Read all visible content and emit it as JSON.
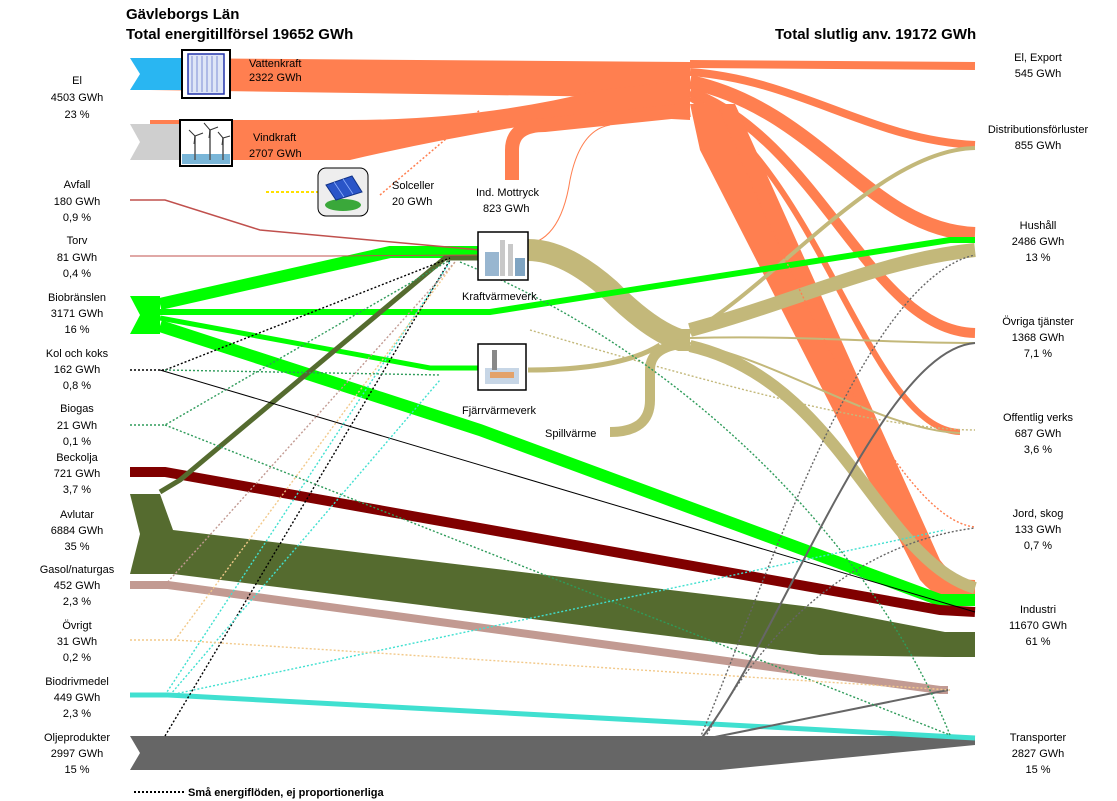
{
  "header": {
    "region": "Gävleborgs Län",
    "supply_total": "Total energitillförsel  19652 GWh",
    "use_total": "Total slutlig anv.  19172 GWh"
  },
  "sources": [
    {
      "id": "el",
      "name": "El",
      "value": "4503 GWh",
      "share": "23 %",
      "color": "#29b6f2"
    },
    {
      "id": "avfall",
      "name": "Avfall",
      "value": "180 GWh",
      "share": "0,9 %",
      "color": "#c0504d"
    },
    {
      "id": "torv",
      "name": "Torv",
      "value": "81 GWh",
      "share": "0,4 %",
      "color": "#c0504d"
    },
    {
      "id": "bio",
      "name": "Biobränslen",
      "value": "3171 GWh",
      "share": "16 %",
      "color": "#00ff00"
    },
    {
      "id": "kol",
      "name": "Kol och koks",
      "value": "162 GWh",
      "share": "0,8 %",
      "color": "#000000"
    },
    {
      "id": "biogas",
      "name": "Biogas",
      "value": "21 GWh",
      "share": "0,1 %",
      "color": "#2e9b5a"
    },
    {
      "id": "beck",
      "name": "Beckolja",
      "value": "721 GWh",
      "share": "3,7 %",
      "color": "#800000"
    },
    {
      "id": "avlut",
      "name": "Avlutar",
      "value": "6884 GWh",
      "share": "35 %",
      "color": "#556b2f"
    },
    {
      "id": "gasol",
      "name": "Gasol/naturgas",
      "value": "452 GWh",
      "share": "2,3 %",
      "color": "#c29a92"
    },
    {
      "id": "ovrigt",
      "name": "Övrigt",
      "value": "31 GWh",
      "share": "0,2 %",
      "color": "#f2c98a"
    },
    {
      "id": "biodriv",
      "name": "Biodrivmedel",
      "value": "449 GWh",
      "share": "2,3 %",
      "color": "#40e0d0"
    },
    {
      "id": "olje",
      "name": "Oljeprodukter",
      "value": "2997 GWh",
      "share": "15 %",
      "color": "#666666"
    }
  ],
  "plants": [
    {
      "id": "vatten",
      "name": "Vattenkraft",
      "value": "2322 GWh"
    },
    {
      "id": "vind",
      "name": "Vindkraft",
      "value": "2707 GWh"
    },
    {
      "id": "sol",
      "name": "Solceller",
      "value": "20 GWh"
    },
    {
      "id": "indmot",
      "name": "Ind. Mottryck",
      "value": "823 GWh"
    },
    {
      "id": "kvv",
      "name": "Kraftvärmeverk"
    },
    {
      "id": "fvv",
      "name": "Fjärrvärmeverk"
    },
    {
      "id": "spill",
      "name": "Spillvärme"
    }
  ],
  "uses": [
    {
      "id": "export",
      "name": "El, Export",
      "value": "545 GWh"
    },
    {
      "id": "dist",
      "name": "Distributionsförluster",
      "value": "855 GWh"
    },
    {
      "id": "hush",
      "name": "Hushåll",
      "value": "2486 GWh",
      "share": "13 %"
    },
    {
      "id": "ovtj",
      "name": "Övriga tjänster",
      "value": "1368 GWh",
      "share": "7,1 %"
    },
    {
      "id": "off",
      "name": "Offentlig verks",
      "value": "687 GWh",
      "share": "3,6 %"
    },
    {
      "id": "jord",
      "name": "Jord, skog",
      "value": "133 GWh",
      "share": "0,7 %"
    },
    {
      "id": "ind",
      "name": "Industri",
      "value": "11670 GWh",
      "share": "61 %"
    },
    {
      "id": "trans",
      "name": "Transporter",
      "value": "2827 GWh",
      "share": "15 %"
    }
  ],
  "legend": {
    "label": "Små energiflöden, ej proportionerliga"
  },
  "colors": {
    "electricity": "#ff7f50",
    "heat": "#c3b87a",
    "biofuel": "#00ff00",
    "liquor": "#556b2f",
    "pitch_oil": "#800000",
    "gas": "#c29a92",
    "oil": "#666666",
    "biodiesel": "#40e0d0",
    "hydro_input": "#29b6f2",
    "wind_input": "#cfcfcf"
  }
}
